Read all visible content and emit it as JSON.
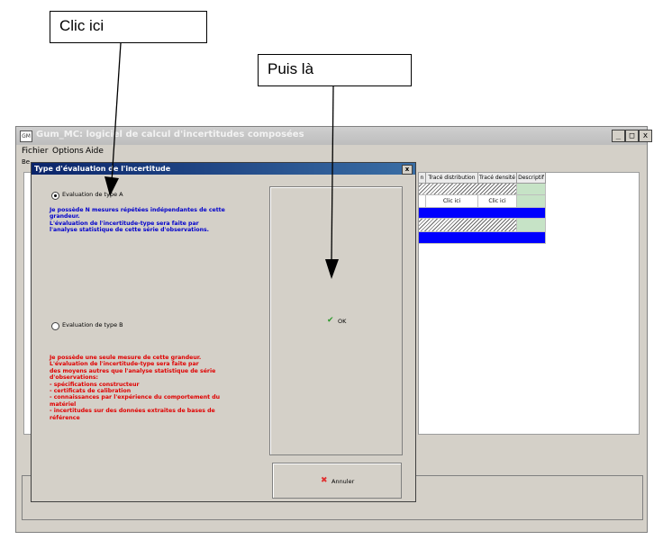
{
  "callouts": {
    "first": "Clic ici",
    "second": "Puis là"
  },
  "main_window": {
    "title": "Gum_MC: logiciel de calcul d'incertitudes composées",
    "icon_text": "GM",
    "controls": [
      "_",
      "□",
      "x"
    ],
    "menu": [
      "Fichier",
      "Options",
      "Aide"
    ],
    "tab_hint": "Be",
    "grid": {
      "headers": [
        "n",
        "Tracé distribution",
        "Tracé densité",
        "Descriptif"
      ],
      "row_clic_ici": "Clic ici"
    }
  },
  "dialog": {
    "title": "Type d'évaluation de l'incertitude",
    "close_label": "x",
    "option_a": {
      "label": "Evaluation de type A",
      "selected": true,
      "description": "Je possède N mesures répétées indépendantes de cette\ngrandeur.\nL'évaluation de l'incertitude-type sera faite par\nl'analyse statistique de cette série d'observations."
    },
    "option_b": {
      "label": "Evaluation de type B",
      "selected": false,
      "description": "Je possède une seule mesure de cette grandeur.\nL'évaluation de l'incertitude-type sera faite par\ndes moyens autres que l'analyse statistique de série\nd'observations:\n- spécifications constructeur\n- certificats de calibration\n- connaissances par l'expérience du comportement du\nmatériel\n- incertitudes sur des données extraites de bases de\nréférence"
    },
    "ok_label": "OK",
    "cancel_label": "Annuler",
    "colors": {
      "option_a_text": "#0000cc",
      "option_b_text": "#e00000",
      "ok_icon": "#2c9a2c",
      "cancel_icon": "#e03030"
    }
  },
  "icons": {
    "ok": "check-icon",
    "cancel": "x-icon"
  }
}
